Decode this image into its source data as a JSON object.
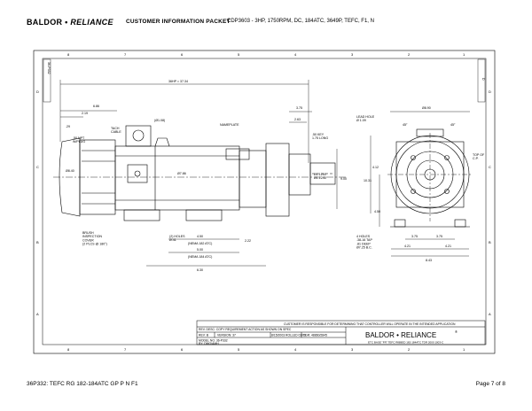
{
  "header": {
    "logo_left": "BALDOR",
    "logo_dot": "•",
    "logo_right": "RELIANCE",
    "title": "CUSTOMER INFORMATION PACKET",
    "model": "CDP3603 - 3HP, 1750RPM, DC, 184ATC, 3649P, TEFC, F1, N"
  },
  "zones": {
    "columns": [
      "8",
      "7",
      "6",
      "5",
      "4",
      "3",
      "2",
      "1"
    ],
    "rows": [
      "D",
      "C",
      "B",
      "A"
    ]
  },
  "revision_tag": "36-P332",
  "side_tag": "D",
  "dimensions": {
    "overall": "36HP = 37.34",
    "d_686": "6.86",
    "d_219": "2.19",
    "d_29": ".29",
    "d_050npt": ".50 NPT\nW/PLUG",
    "tach_cable": "TACH\nCABLE",
    "d_108": "(Ø1.08)",
    "nameplate": "NAMEPLATE",
    "d_375": "3.75",
    "d_263": "2.63",
    "key": ".50 KEY\n1.75 LONG",
    "d_840": "Ø8.40",
    "d_786": "Ø7.86",
    "d_1125": "Ø1.1250\nØ1.1245",
    "d_900": "9.00",
    "d_450": "4.50",
    "d_450n": "(NEMA 182 ATC)",
    "d_500": "5.00",
    "d_500n": "(NEMA 184 ATC)",
    "d_222": "2.22",
    "d_630": "6.30",
    "holes": "(2) HOLES\nØ.41",
    "brush": "BRUSH\nINSPECTION\nCOVER\n(2 PLCS @ 180°)",
    "lead_hole": "LEAD HOLE\nØ 1.09",
    "d_890": "Ø8.90",
    "d_45": "45°",
    "top_of_cp": "TOP OF\nC.P.",
    "d_412": "4.12",
    "d_1031": "10.31",
    "d_450v": "4.50",
    "d_4holes": "4 HOLES\n.38-16 TAP\n.81 DEEP\nØ7.25 B.C.",
    "d_375b": "3.75",
    "d_375c": "3.75",
    "d_421a": "4.21",
    "d_421b": "4.21",
    "d_843": "8.43"
  },
  "title_block": {
    "note": "CUSTOMER IS RESPONSIBLE FOR DETERMINING THAT CONTROLLER WILL OPERATE IN THE INTENDED APPLICATION",
    "rev_line": "REV. DESC: COPY REQUIREMENT ACTION AS SHOWN ON SPEC",
    "rev": "REV:  B",
    "version": "VERSION: 37",
    "date_a": "8/15/2003  ROLLED  03/03",
    "date_b": "TGR: 48860/2845",
    "model_no": "MODEL NO.   36-P332",
    "by": "BY: DMG/AMH",
    "company": "BALDOR  •  RELIANCE",
    "reg": "®",
    "small": "ETC BASE \"FR\" TEFC RIBBED 182-184ATC  TDR 2000 1003-C"
  },
  "footer": {
    "left": "36P332: TEFC RG 182-184ATC GP P N F1",
    "right": "Page 7 of 8"
  }
}
